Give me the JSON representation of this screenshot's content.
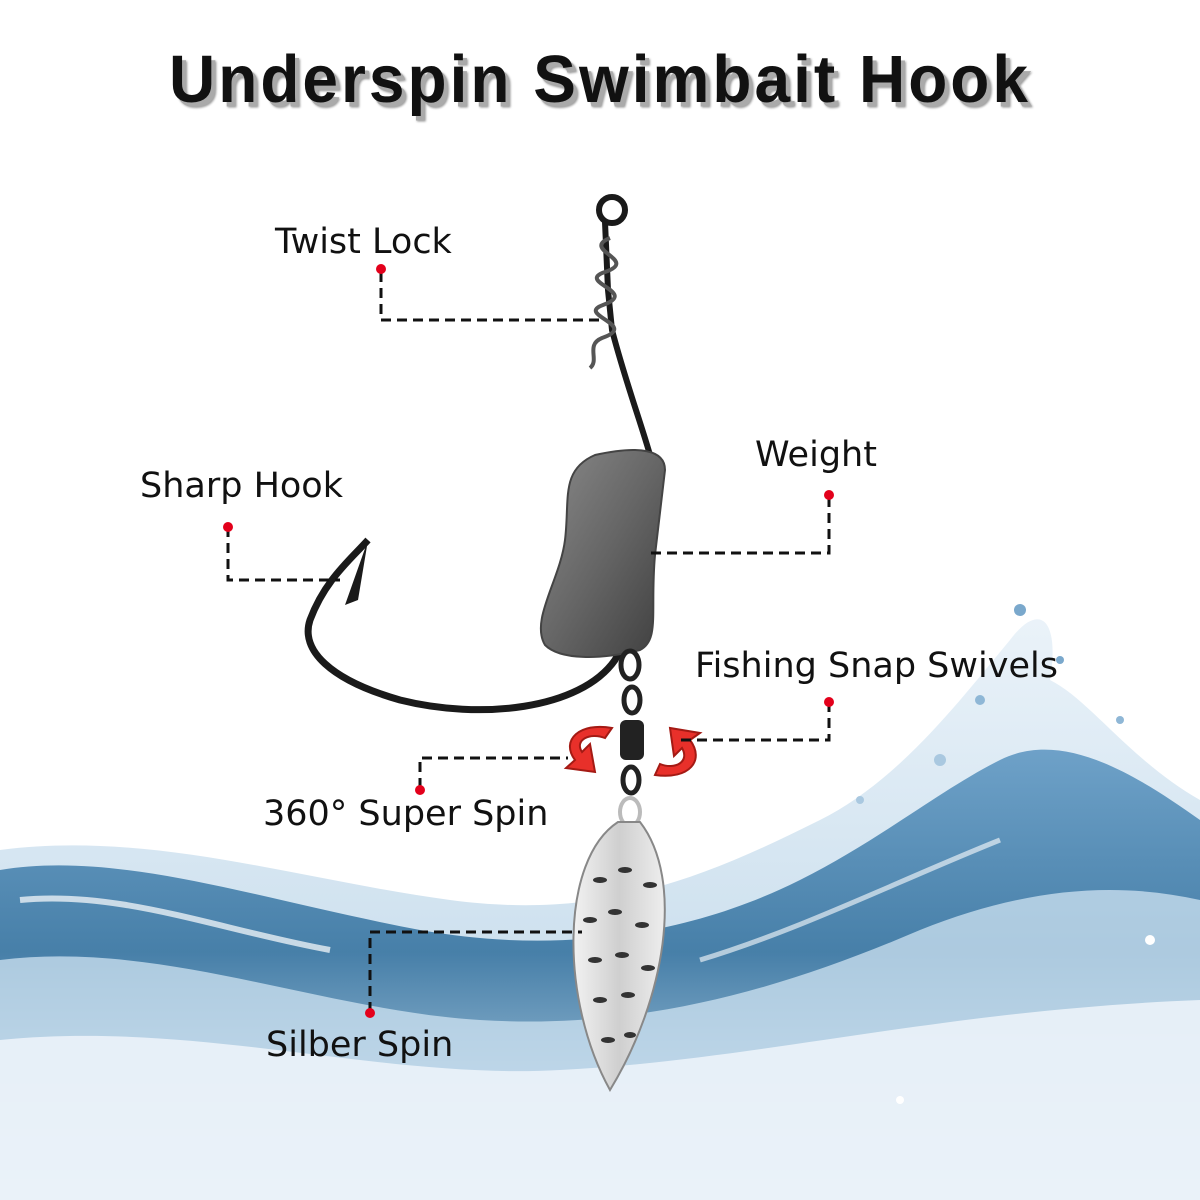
{
  "title": "Underspin Swimbait Hook",
  "labels": {
    "twist_lock": "Twist Lock",
    "weight": "Weight",
    "sharp_hook": "Sharp Hook",
    "snap_swivels": "Fishing Snap Swivels",
    "super_spin": "360° Super Spin",
    "silber_spin": "Silber Spin"
  },
  "colors": {
    "marker": "#e3001b",
    "rotation_arrow": "#e8302a",
    "leader_line": "#111111",
    "water": "#3d7fae",
    "hook": "#1a1a1a",
    "weight": "#6b6b6b"
  }
}
